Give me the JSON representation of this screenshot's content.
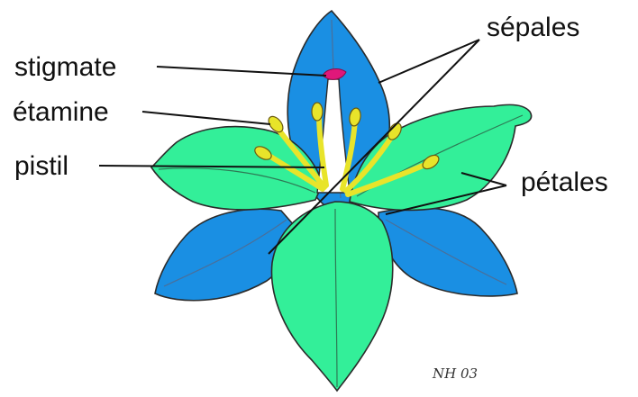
{
  "labels": {
    "stigmate": "stigmate",
    "etamine": "étamine",
    "pistil": "pistil",
    "sepales": "sépales",
    "petales": "pétales"
  },
  "signature": "NH 03",
  "colors": {
    "sepal": "#1a8fe3",
    "petal": "#33ef99",
    "stamen": "#e8e42a",
    "pistil": "#ffffff",
    "stigma": "#e0187a",
    "outline": "#2b2b2b",
    "text": "#111111"
  }
}
